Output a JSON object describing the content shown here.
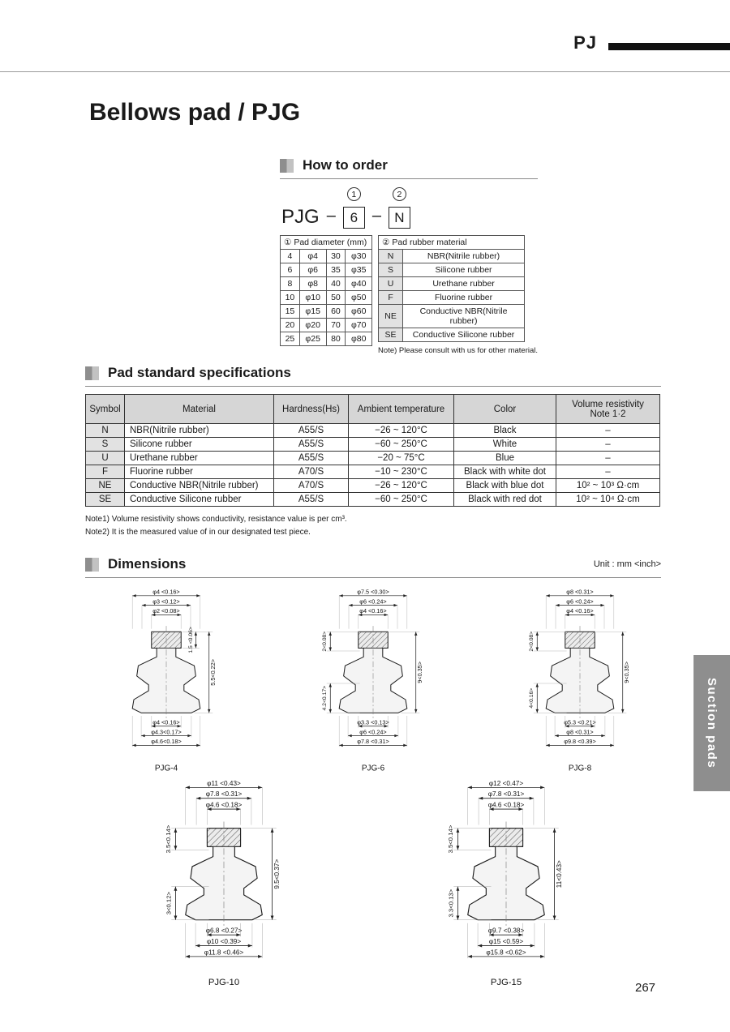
{
  "header": {
    "page_code": "PJ"
  },
  "title": "Bellows pad / PJG",
  "how_to_order": {
    "heading": "How to order",
    "code_prefix": "PJG",
    "dash": "–",
    "circle1": "1",
    "circle2": "2",
    "diameter_value": "6",
    "material_value": "N",
    "diameter_table": {
      "header": "① Pad diameter (mm)",
      "rows": [
        [
          "4",
          "φ4",
          "30",
          "φ30"
        ],
        [
          "6",
          "φ6",
          "35",
          "φ35"
        ],
        [
          "8",
          "φ8",
          "40",
          "φ40"
        ],
        [
          "10",
          "φ10",
          "50",
          "φ50"
        ],
        [
          "15",
          "φ15",
          "60",
          "φ60"
        ],
        [
          "20",
          "φ20",
          "70",
          "φ70"
        ],
        [
          "25",
          "φ25",
          "80",
          "φ80"
        ]
      ]
    },
    "material_table": {
      "header": "② Pad rubber material",
      "rows": [
        [
          "N",
          "NBR(Nitrile rubber)"
        ],
        [
          "S",
          "Silicone rubber"
        ],
        [
          "U",
          "Urethane rubber"
        ],
        [
          "F",
          "Fluorine rubber"
        ],
        [
          "NE",
          "Conductive NBR(Nitrile rubber)"
        ],
        [
          "SE",
          "Conductive Silicone rubber"
        ]
      ]
    },
    "note": "Note) Please consult with us for other material."
  },
  "specs": {
    "heading": "Pad standard specifications",
    "columns": [
      "Symbol",
      "Material",
      "Hardness(Hs)",
      "Ambient temperature",
      "Color",
      "Volume resistivity\nNote 1·2"
    ],
    "rows": [
      [
        "N",
        "NBR(Nitrile rubber)",
        "A55/S",
        "−26 ~ 120°C",
        "Black",
        "–"
      ],
      [
        "S",
        "Silicone rubber",
        "A55/S",
        "−60 ~ 250°C",
        "White",
        "–"
      ],
      [
        "U",
        "Urethane rubber",
        "A55/S",
        "−20 ~ 75°C",
        "Blue",
        "–"
      ],
      [
        "F",
        "Fluorine rubber",
        "A70/S",
        "−10 ~ 230°C",
        "Black with white dot",
        "–"
      ],
      [
        "NE",
        "Conductive NBR(Nitrile rubber)",
        "A70/S",
        "−26 ~ 120°C",
        "Black with blue dot",
        "10² ~ 10³  Ω·cm"
      ],
      [
        "SE",
        "Conductive Silicone rubber",
        "A55/S",
        "−60 ~ 250°C",
        "Black with red dot",
        "10² ~ 10⁴  Ω·cm"
      ]
    ],
    "notes": [
      "Note1) Volume resistivity shows conductivity, resistance value is per cm³.",
      "Note2) It is the measured value of in our designated test piece."
    ]
  },
  "dimensions": {
    "heading": "Dimensions",
    "unit": "Unit : mm <inch>",
    "drawings": [
      {
        "caption": "PJG-4",
        "top_dims": [
          "φ4 <0.16>",
          "φ3 <0.12>",
          "φ2 <0.08>"
        ],
        "left_dims": [],
        "right_dims": [
          "1.5 <0.06>",
          "5.5<0.22>"
        ],
        "bottom_dims": [
          "φ4 <0.16>",
          "φ4.3<0.17>",
          "φ4.6<0.18>"
        ]
      },
      {
        "caption": "PJG-6",
        "top_dims": [
          "φ7.5 <0.30>",
          "φ6 <0.24>",
          "φ4 <0.16>"
        ],
        "left_dims": [
          "2<0.08>",
          "4.2<0.17>"
        ],
        "right_dims": [
          "9<0.35>"
        ],
        "bottom_dims": [
          "φ3.3 <0.13>",
          "φ6 <0.24>",
          "φ7.8 <0.31>"
        ]
      },
      {
        "caption": "PJG-8",
        "top_dims": [
          "φ8 <0.31>",
          "φ6 <0.24>",
          "φ4 <0.16>"
        ],
        "left_dims": [
          "2<0.08>",
          "4<0.16>"
        ],
        "right_dims": [
          "9<0.35>"
        ],
        "bottom_dims": [
          "φ5.3 <0.21>",
          "φ8 <0.31>",
          "φ9.8 <0.39>"
        ]
      },
      {
        "caption": "PJG-10",
        "top_dims": [
          "φ11 <0.43>",
          "φ7.8 <0.31>",
          "φ4.6 <0.18>"
        ],
        "left_dims": [
          "3.5<0.14>",
          "3<0.12>"
        ],
        "right_dims": [
          "9.5<0.37>"
        ],
        "bottom_dims": [
          "φ6.8 <0.27>",
          "φ10 <0.39>",
          "φ11.8 <0.46>"
        ]
      },
      {
        "caption": "PJG-15",
        "top_dims": [
          "φ12 <0.47>",
          "φ7.8 <0.31>",
          "φ4.6 <0.18>"
        ],
        "left_dims": [
          "3.5<0.14>",
          "3.3<0.13>"
        ],
        "right_dims": [
          "11<0.43>"
        ],
        "bottom_dims": [
          "φ9.7 <0.38>",
          "φ15 <0.59>",
          "φ15.8 <0.62>"
        ]
      }
    ]
  },
  "side_tab": "Suction pads",
  "page_number": "267"
}
